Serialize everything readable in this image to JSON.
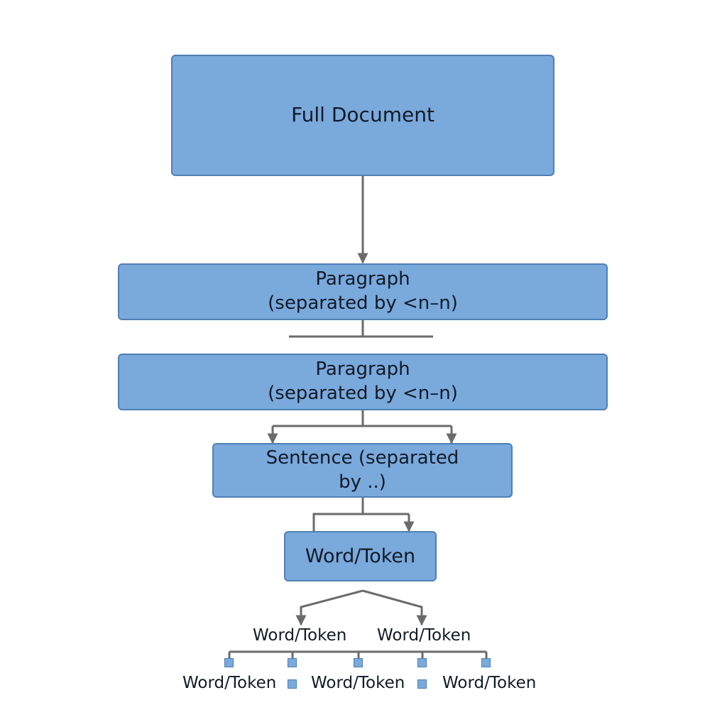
{
  "nodes": {
    "full_document": "Full Document",
    "paragraph_1": {
      "line1": "Paragraph",
      "line2": "(separated by <n–n)"
    },
    "paragraph_2": {
      "line1": "Paragraph",
      "line2": "(separated by <n–n)"
    },
    "sentence": {
      "line1": "Sentence (separated",
      "line2": "by ..)"
    },
    "word_token": "Word/Token"
  },
  "leaf_labels": {
    "level1": [
      "Word/Token",
      "Word/Token"
    ],
    "level2": [
      "Word/Token",
      "Word/Token",
      "Word/Token"
    ]
  },
  "colors": {
    "box_fill": "#7aa9dc",
    "box_border": "#4f7fb5",
    "connector": "#6b6b6b",
    "text": "#111a26"
  }
}
